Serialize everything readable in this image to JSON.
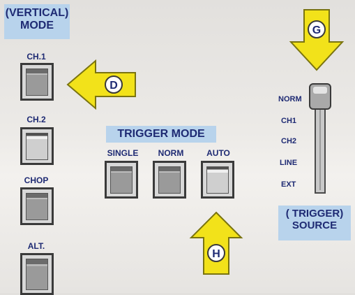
{
  "vertical_mode": {
    "title": "(VERTICAL)\nMODE",
    "buttons": [
      {
        "label": "CH.1"
      },
      {
        "label": "CH.2"
      },
      {
        "label": "CHOP"
      },
      {
        "label": "ALT."
      }
    ]
  },
  "trigger_mode": {
    "title": "TRIGGER MODE",
    "buttons": [
      {
        "label": "SINGLE"
      },
      {
        "label": "NORM"
      },
      {
        "label": "AUTO"
      }
    ]
  },
  "trigger_source": {
    "title": "( TRIGGER)\nSOURCE",
    "positions": [
      "NORM",
      "CH1",
      "CH2",
      "LINE",
      "EXT"
    ],
    "selected": "NORM"
  },
  "callouts": {
    "d": "D",
    "g": "G",
    "h": "H"
  },
  "colors": {
    "label_bg": "#b8d3ec",
    "label_text": "#1e2a73",
    "arrow_fill": "#f2e21a",
    "arrow_stroke": "#7a7410"
  }
}
